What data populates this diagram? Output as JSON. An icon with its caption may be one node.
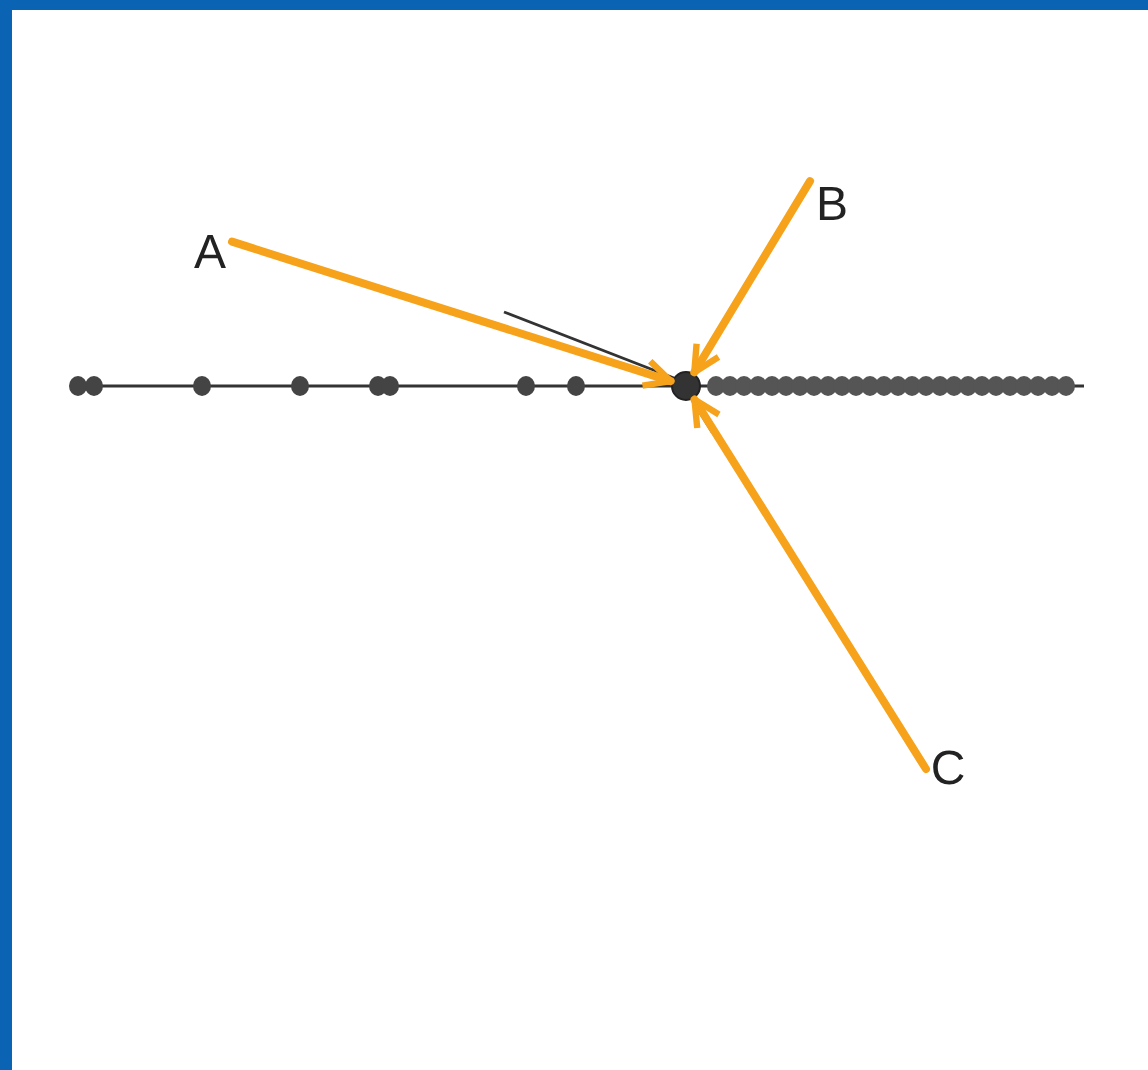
{
  "diagram": {
    "nodes": [
      {
        "text": [
          "A"
        ]
      },
      {
        "text": [
          "B"
        ]
      },
      {
        "text": [
          "C"
        ]
      },
      {
        "text": [],
        "shape": "circle"
      }
    ],
    "edges": [
      {
        "from": 0,
        "to": 3,
        "arrow": "to"
      },
      {
        "from": 1,
        "to": 3,
        "arrow": "to"
      },
      {
        "from": 2,
        "to": 3,
        "arrow": "to"
      }
    ]
  }
}
